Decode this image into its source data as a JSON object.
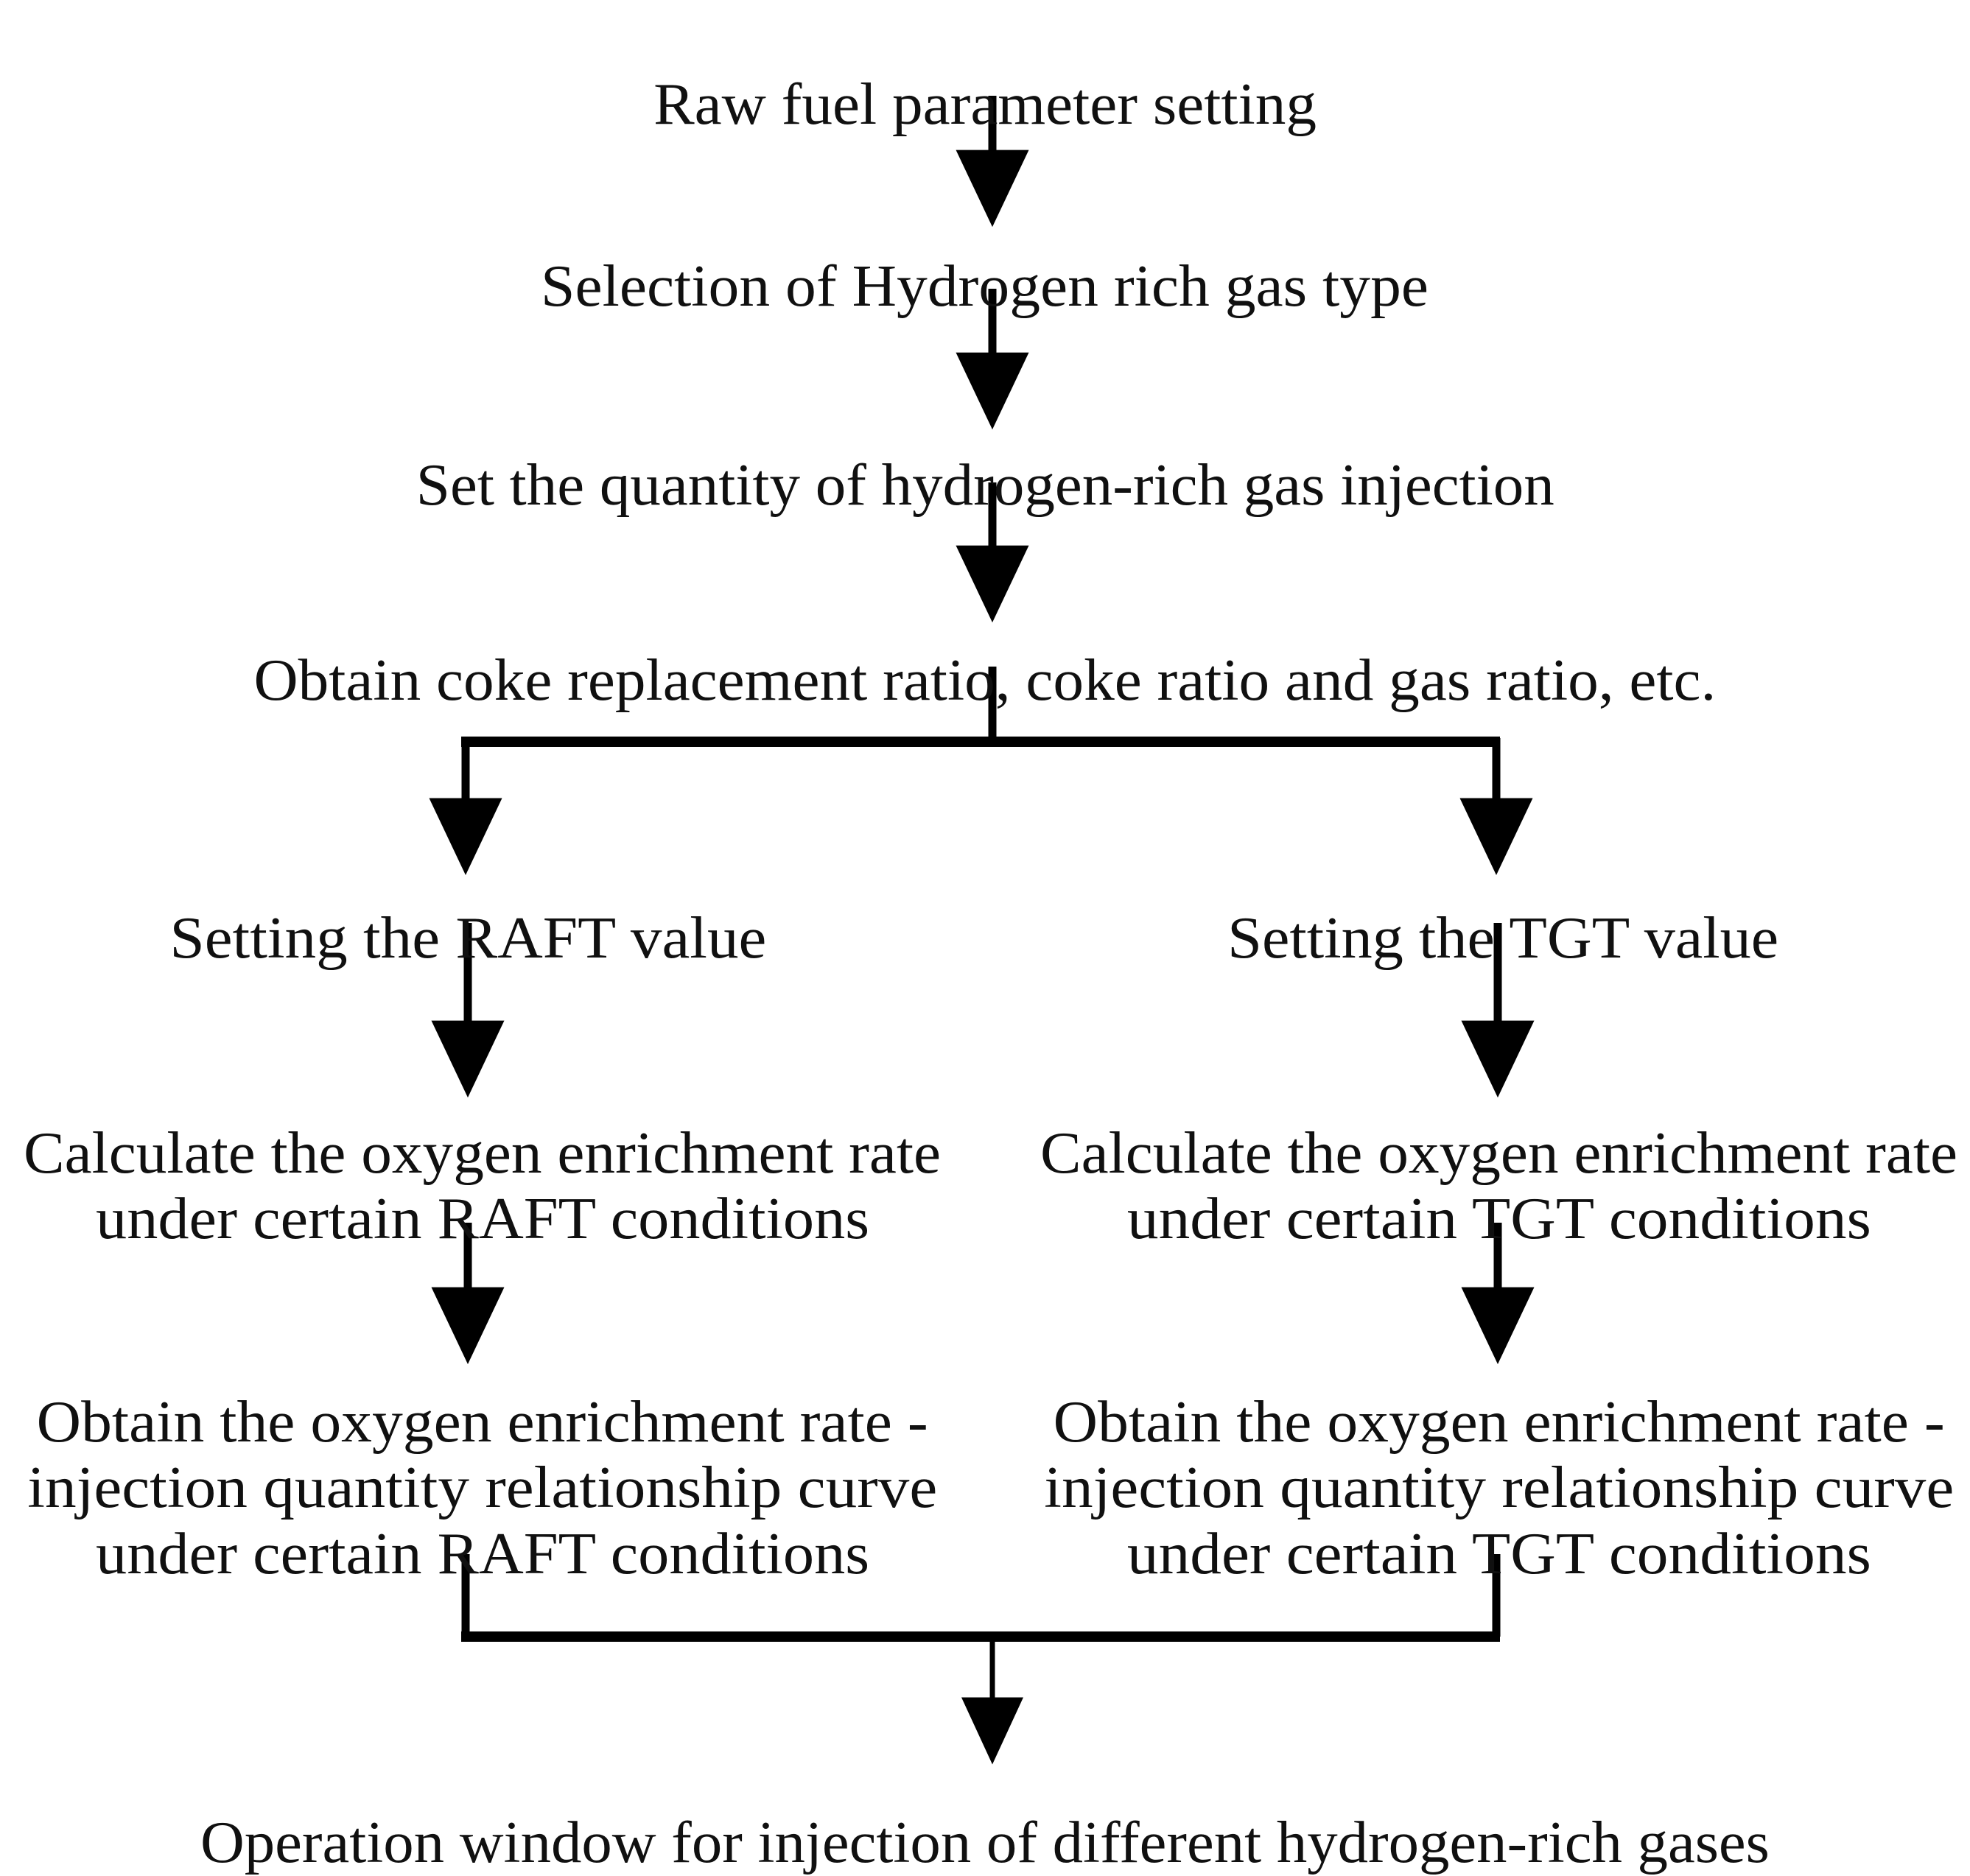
{
  "diagram": {
    "title": "Flowchart for determining the operation window for hydrogen-rich gas injection",
    "type": "flowchart",
    "background_color": "#ffffff",
    "line_color": "#000000",
    "text_color": "#101010",
    "nodes": [
      {
        "id": "raw-fuel-parameter-setting",
        "lines": [
          "Raw fuel parameter setting"
        ]
      },
      {
        "id": "selection-of-hydrogen-rich-gas-type",
        "lines": [
          "Selection of Hydrogen rich gas type"
        ]
      },
      {
        "id": "set-quantity-of-hydrogen-rich-gas-injection",
        "lines": [
          "Set the quantity of hydrogen-rich gas injection"
        ]
      },
      {
        "id": "obtain-coke-replacement-ratio",
        "lines": [
          "Obtain coke replacement ratio, coke ratio and gas ratio, etc."
        ]
      },
      {
        "id": "setting-the-raft-value",
        "lines": [
          "Setting the RAFT value"
        ]
      },
      {
        "id": "setting-the-tgt-value",
        "lines": [
          "Setting the TGT value"
        ]
      },
      {
        "id": "calculate-oxygen-enrichment-rate-raft",
        "lines": [
          "Calculate the oxygen enrichment rate",
          "under certain RAFT conditions"
        ]
      },
      {
        "id": "calculate-oxygen-enrichment-rate-tgt",
        "lines": [
          "Calculate the oxygen enrichment rate",
          "under certain TGT conditions"
        ]
      },
      {
        "id": "obtain-relationship-curve-raft",
        "lines": [
          "Obtain the oxygen enrichment rate -",
          "injection quantity relationship curve",
          "under certain RAFT conditions"
        ]
      },
      {
        "id": "obtain-relationship-curve-tgt",
        "lines": [
          "Obtain the oxygen enrichment rate -",
          "injection quantity relationship curve",
          "under certain TGT conditions"
        ]
      },
      {
        "id": "operation-window",
        "lines": [
          "Operation window for injection of different hydrogen-rich gases"
        ]
      }
    ],
    "edges": [
      {
        "id": "edge-1",
        "from": "raw-fuel-parameter-setting",
        "to": "selection-of-hydrogen-rich-gas-type",
        "kind": "straight-down"
      },
      {
        "id": "edge-2",
        "from": "selection-of-hydrogen-rich-gas-type",
        "to": "set-quantity-of-hydrogen-rich-gas-injection",
        "kind": "straight-down"
      },
      {
        "id": "edge-3",
        "from": "set-quantity-of-hydrogen-rich-gas-injection",
        "to": "obtain-coke-replacement-ratio",
        "kind": "straight-down"
      },
      {
        "id": "edge-4-split-left",
        "from": "obtain-coke-replacement-ratio",
        "to": "setting-the-raft-value",
        "kind": "split-branch-left"
      },
      {
        "id": "edge-4-split-right",
        "from": "obtain-coke-replacement-ratio",
        "to": "setting-the-tgt-value",
        "kind": "split-branch-right"
      },
      {
        "id": "edge-5",
        "from": "setting-the-raft-value",
        "to": "calculate-oxygen-enrichment-rate-raft",
        "kind": "straight-down"
      },
      {
        "id": "edge-6",
        "from": "setting-the-tgt-value",
        "to": "calculate-oxygen-enrichment-rate-tgt",
        "kind": "straight-down"
      },
      {
        "id": "edge-7",
        "from": "calculate-oxygen-enrichment-rate-raft",
        "to": "obtain-relationship-curve-raft",
        "kind": "straight-down"
      },
      {
        "id": "edge-8",
        "from": "calculate-oxygen-enrichment-rate-tgt",
        "to": "obtain-relationship-curve-tgt",
        "kind": "straight-down"
      },
      {
        "id": "edge-9-merge-left",
        "from": "obtain-relationship-curve-raft",
        "to": "operation-window",
        "kind": "merge-branch-left"
      },
      {
        "id": "edge-9-merge-right",
        "from": "obtain-relationship-curve-tgt",
        "to": "operation-window",
        "kind": "merge-branch-right"
      }
    ]
  }
}
